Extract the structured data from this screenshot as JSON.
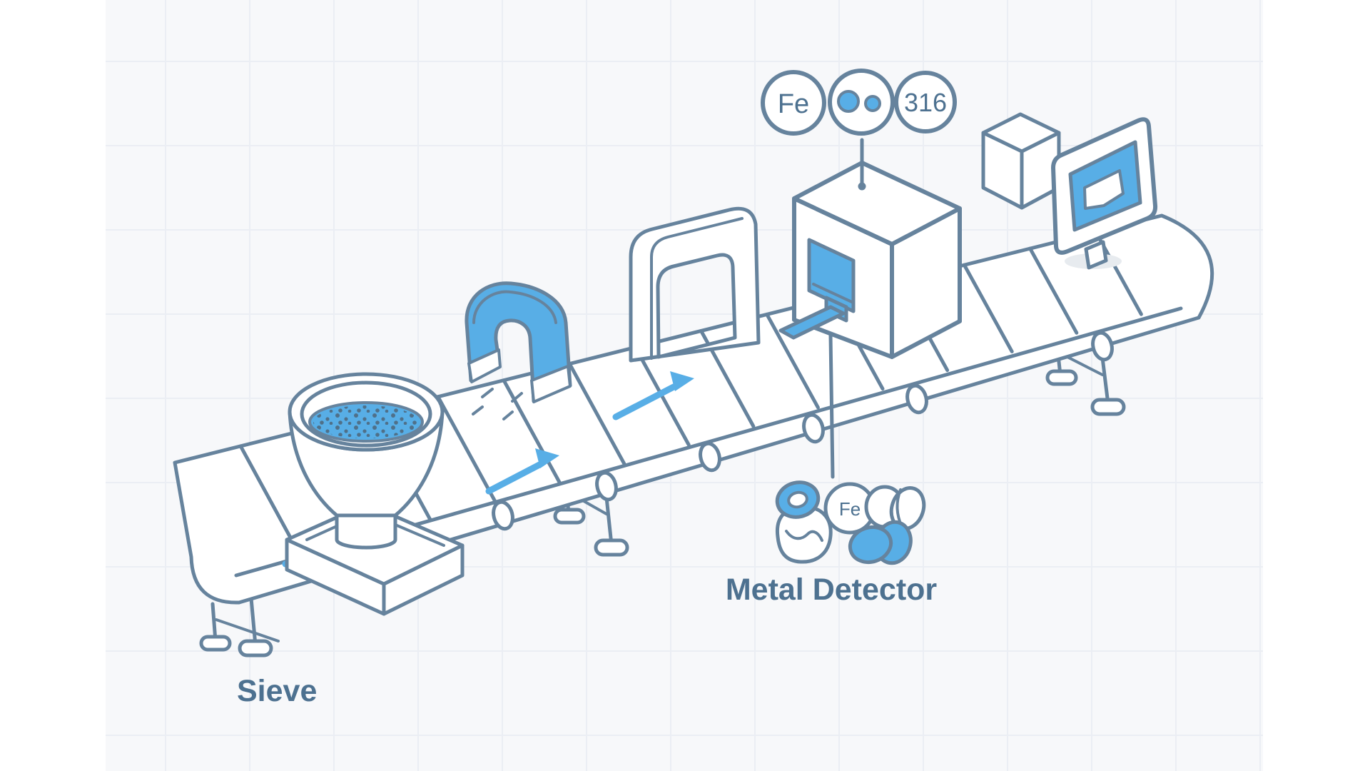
{
  "scene": {
    "title": "Food inspection line illustration",
    "labels": {
      "sieve": "Sieve",
      "metal_detector": "Metal Detector"
    },
    "badges": {
      "ferrous": "Fe",
      "particles": "",
      "steel_grade": "316"
    },
    "contaminants": {
      "ferrous": "Fe"
    },
    "icons": [
      {
        "name": "conveyor-belt"
      },
      {
        "name": "sieve-funnel"
      },
      {
        "name": "horseshoe-magnet-icon"
      },
      {
        "name": "inspection-arch"
      },
      {
        "name": "metal-detector-unit"
      },
      {
        "name": "reject-arm"
      },
      {
        "name": "antenna"
      },
      {
        "name": "control-box"
      },
      {
        "name": "monitor-screen"
      },
      {
        "name": "fe-badge"
      },
      {
        "name": "particles-badge"
      },
      {
        "name": "steel-316-badge"
      },
      {
        "name": "stone-contaminant-icon"
      },
      {
        "name": "metal-ring-contaminant-icon"
      },
      {
        "name": "fe-contaminant-icon"
      },
      {
        "name": "shell-contaminant-icon"
      },
      {
        "name": "pill-contaminant-icon"
      },
      {
        "name": "flow-arrow"
      }
    ]
  },
  "theme": {
    "stroke": "#66839d",
    "text": "#4d7190",
    "blue": "#58aee6",
    "blue-deep": "#3f8fc9",
    "canvas": "#f7f8fa",
    "grid": "#ebeef4",
    "shadow": "#e7ebef",
    "dot": "#4f7089",
    "white": "#ffffff"
  }
}
